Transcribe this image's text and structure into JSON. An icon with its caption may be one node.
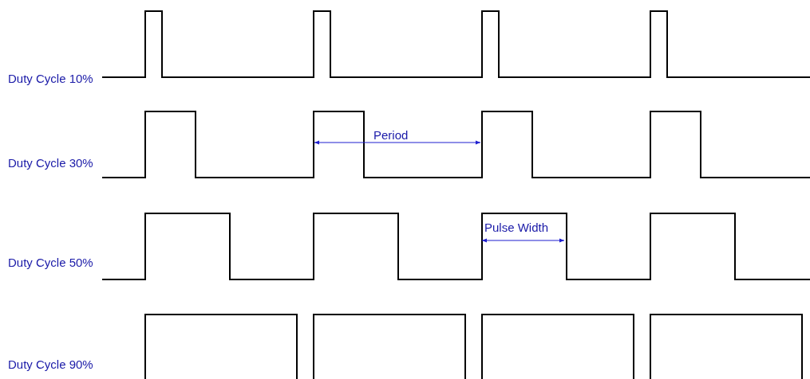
{
  "diagram": {
    "labels": [
      "Duty Cycle 10%",
      "Period",
      "Duty Cycle 30%",
      "Pulse Width",
      "Duty Cycle 50%",
      "Duty Cycle 90%"
    ]
  }
}
